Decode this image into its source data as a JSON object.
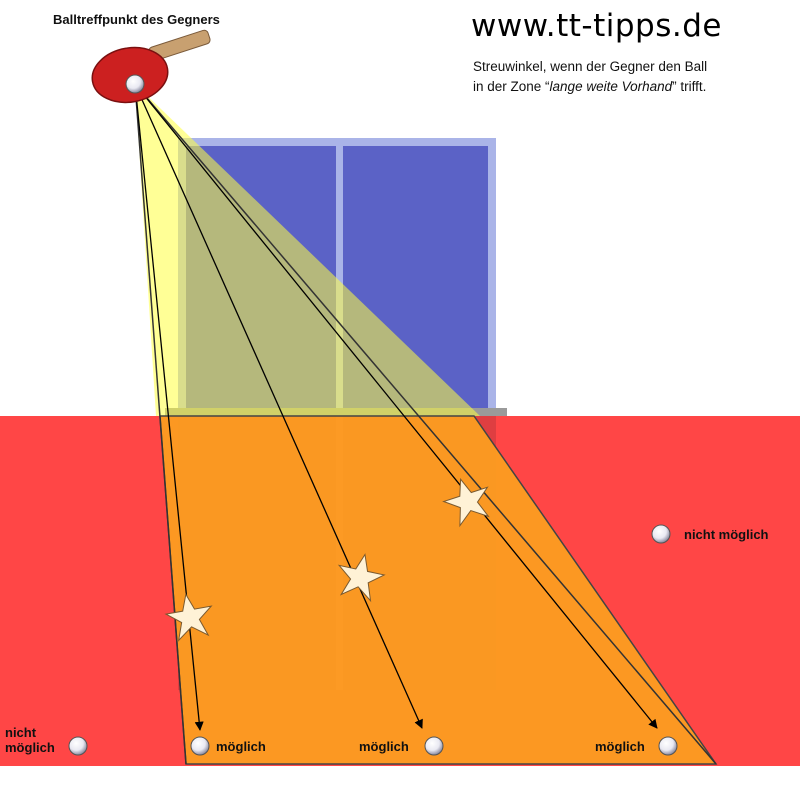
{
  "header": {
    "site": "www.tt-tipps.de",
    "caption_line1": "Streuwinkel, wenn der Gegner den Ball",
    "caption_line2_pre": "in der Zone “",
    "caption_line2_em": "lange weite Vorhand",
    "caption_line2_post": "” trifft."
  },
  "hit_point": {
    "label": "Balltreffpunkt des Gegners"
  },
  "zones": {
    "right_label": "nicht möglich",
    "left_label_line1": "nicht",
    "left_label_line2": "möglich",
    "target_labels": [
      "möglich",
      "möglich",
      "möglich"
    ]
  },
  "colors": {
    "red_zone": "#ff4646",
    "orange_zone": "#fca020",
    "yellow_cone": "#ffff55",
    "table_blue": "#5b62c6",
    "table_frame": "#aab4e8",
    "paddle_red": "#cc2020",
    "paddle_handle": "#c8a070",
    "star_fill": "#fff2d6"
  }
}
